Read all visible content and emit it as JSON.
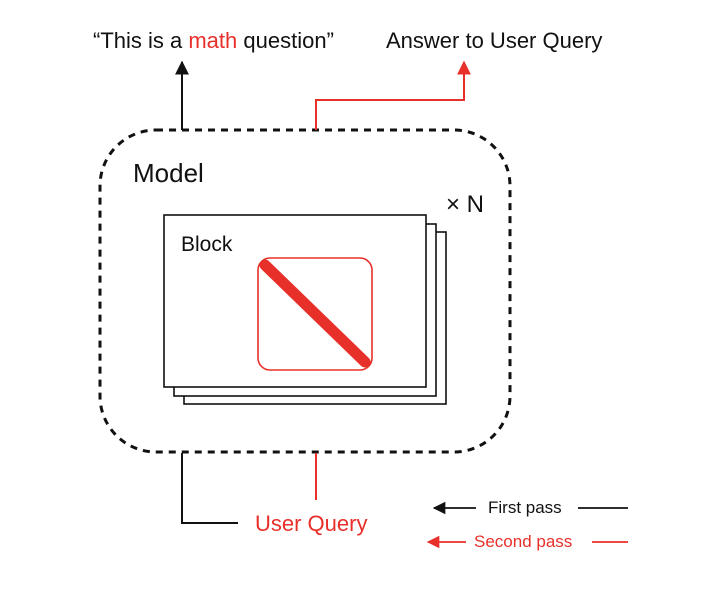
{
  "labels": {
    "classification_open": "“This is a ",
    "classification_highlight": "math",
    "classification_close": " question”",
    "answer": "Answer to User Query",
    "model": "Model",
    "repeat": "× N",
    "block": "Block",
    "input": "User Query"
  },
  "legend": {
    "first_pass": "First pass",
    "second_pass": "Second pass"
  },
  "colors": {
    "first_pass": "#111111",
    "second_pass": "#e8302a"
  },
  "icons": {
    "disabled_block": "slash-icon"
  }
}
